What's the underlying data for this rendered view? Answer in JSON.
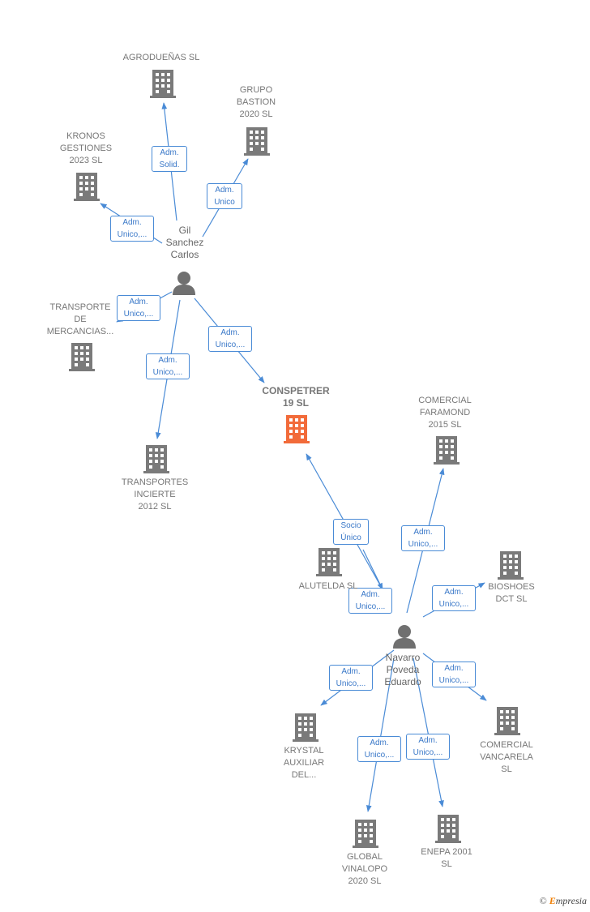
{
  "colors": {
    "edge": "#4a8bd6",
    "building": "#7a7a7a",
    "building_main": "#f26b3a",
    "person": "#707070"
  },
  "persons": [
    {
      "id": "gil",
      "label": "Gil\nSanchez\nCarlos",
      "icon": "person-icon"
    },
    {
      "id": "navarro",
      "label": "Navarro\nPoveda\nEduardo",
      "icon": "person-icon"
    }
  ],
  "companies": [
    {
      "id": "agro",
      "label": "AGRODUEÑAS SL",
      "icon": "building-icon"
    },
    {
      "id": "grupo",
      "label": "GRUPO\nBASTION\n2020  SL",
      "icon": "building-icon"
    },
    {
      "id": "kronos",
      "label": "KRONOS\nGESTIONES\n2023  SL",
      "icon": "building-icon"
    },
    {
      "id": "transmerc",
      "label": "TRANSPORTE\nDE\nMERCANCIAS...",
      "icon": "building-icon"
    },
    {
      "id": "conspetrer",
      "label": "CONSPETRER\n19  SL",
      "icon": "building-icon",
      "main": true
    },
    {
      "id": "transinc",
      "label": "TRANSPORTES\nINCIERTE\n2012 SL",
      "icon": "building-icon"
    },
    {
      "id": "faramond",
      "label": "COMERCIAL\nFARAMOND\n2015  SL",
      "icon": "building-icon"
    },
    {
      "id": "alutelda",
      "label": "ALUTELDA  SL",
      "icon": "building-icon"
    },
    {
      "id": "bioshoes",
      "label": "BIOSHOES\nDCT  SL",
      "icon": "building-icon"
    },
    {
      "id": "krystal",
      "label": "KRYSTAL\nAUXILIAR\nDEL...",
      "icon": "building-icon"
    },
    {
      "id": "vancarela",
      "label": "COMERCIAL\nVANCARELA\nSL",
      "icon": "building-icon"
    },
    {
      "id": "global",
      "label": "GLOBAL\nVINALOPO\n2020  SL",
      "icon": "building-icon"
    },
    {
      "id": "enepa",
      "label": "ENEPA 2001\nSL",
      "icon": "building-icon"
    }
  ],
  "edges": [
    {
      "from": "gil",
      "to": "agro",
      "label": "Adm.\nSolid."
    },
    {
      "from": "gil",
      "to": "grupo",
      "label": "Adm.\nUnico"
    },
    {
      "from": "gil",
      "to": "kronos",
      "label": "Adm.\nUnico,..."
    },
    {
      "from": "gil",
      "to": "transmerc",
      "label": "Adm.\nUnico,..."
    },
    {
      "from": "gil",
      "to": "conspetrer",
      "label": "Adm.\nUnico,..."
    },
    {
      "from": "gil",
      "to": "transinc",
      "label": "Adm.\nUnico,..."
    },
    {
      "from": "navarro",
      "to": "conspetrer",
      "label": "Socio\nÚnico"
    },
    {
      "from": "navarro",
      "to": "alutelda",
      "label": "Adm.\nUnico,..."
    },
    {
      "from": "navarro",
      "to": "faramond",
      "label": "Adm.\nUnico,..."
    },
    {
      "from": "navarro",
      "to": "bioshoes",
      "label": "Adm.\nUnico,..."
    },
    {
      "from": "navarro",
      "to": "krystal",
      "label": "Adm.\nUnico,..."
    },
    {
      "from": "navarro",
      "to": "vancarela",
      "label": "Adm.\nUnico,..."
    },
    {
      "from": "navarro",
      "to": "global",
      "label": "Adm.\nUnico,..."
    },
    {
      "from": "navarro",
      "to": "enepa",
      "label": "Adm.\nUnico,..."
    }
  ],
  "credit": {
    "symbol": "©",
    "brand_initial": "E",
    "brand_rest": "mpresia"
  }
}
